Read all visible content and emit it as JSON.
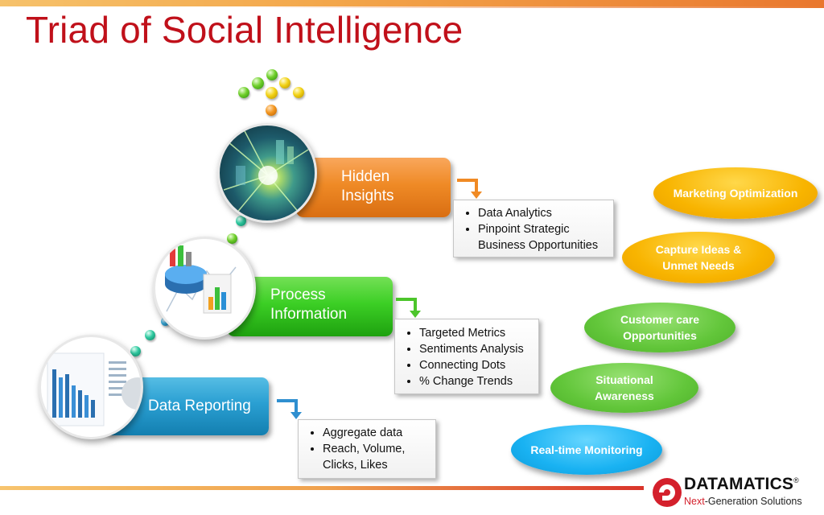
{
  "slide": {
    "title": "Triad of Social Intelligence"
  },
  "stages": {
    "hidden": {
      "label_line1": "Hidden",
      "label_line2": "Insights",
      "bullets": [
        "Data Analytics",
        "Pinpoint Strategic Business Opportunities"
      ]
    },
    "process": {
      "label_line1": "Process",
      "label_line2": "Information",
      "bullets": [
        "Targeted Metrics",
        "Sentiments Analysis",
        "Connecting Dots",
        "% Change Trends"
      ]
    },
    "reporting": {
      "label": "Data Reporting",
      "bullets": [
        "Aggregate  data",
        "Reach, Volume, Clicks, Likes"
      ]
    }
  },
  "outcomes": [
    {
      "text": "Marketing Optimization",
      "color": "yellow"
    },
    {
      "text": "Capture Ideas & Unmet Needs",
      "color": "yellow"
    },
    {
      "text": "Customer care Opportunities",
      "color": "green"
    },
    {
      "text": "Situational Awareness",
      "color": "green"
    },
    {
      "text": "Real-time Monitoring",
      "color": "blue"
    }
  ],
  "logo": {
    "name": "DATAMATICS",
    "registered": "®",
    "tagline_accent": "Next",
    "tagline_rest": "-Generation Solutions"
  },
  "colors": {
    "title": "#c0101a",
    "stage_orange": "#ef8a26",
    "stage_green": "#3ccf25",
    "stage_blue": "#2a9fd2",
    "oval_yellow": "#f8b400",
    "oval_green": "#62c63a",
    "oval_blue": "#19b2f2"
  },
  "icons": [
    "hidden-insights-image",
    "process-information-image",
    "data-reporting-image",
    "datamatics-logo-icon"
  ]
}
